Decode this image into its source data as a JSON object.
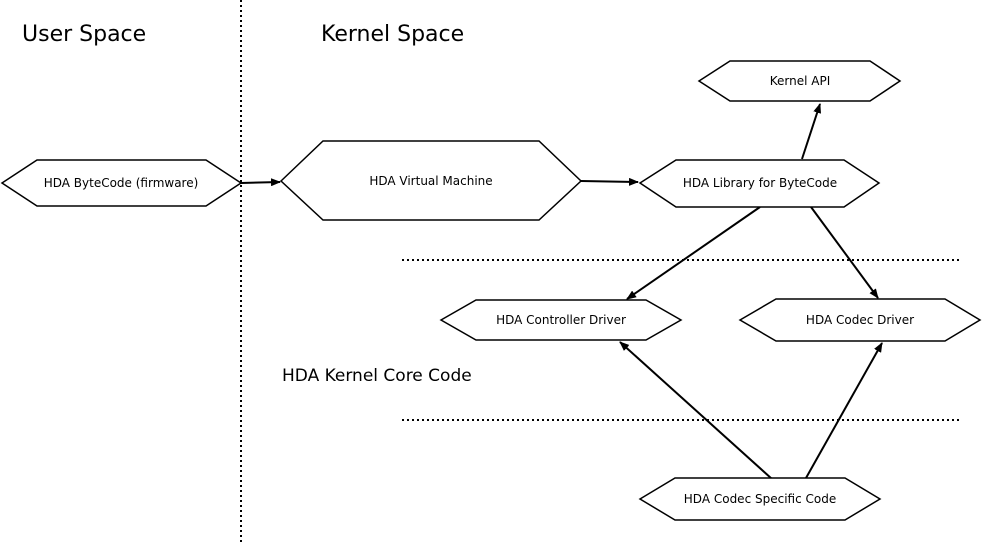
{
  "regions": {
    "user_space": "User Space",
    "kernel_space": "Kernel Space",
    "kernel_core": "HDA Kernel Core Code"
  },
  "nodes": {
    "bytecode": "HDA ByteCode (firmware)",
    "virtual_machine": "HDA Virtual Machine",
    "library": "HDA Library for ByteCode",
    "kernel_api": "Kernel API",
    "controller_driver": "HDA Controller Driver",
    "codec_driver": "HDA Codec Driver",
    "codec_specific": "HDA Codec Specific Code"
  }
}
